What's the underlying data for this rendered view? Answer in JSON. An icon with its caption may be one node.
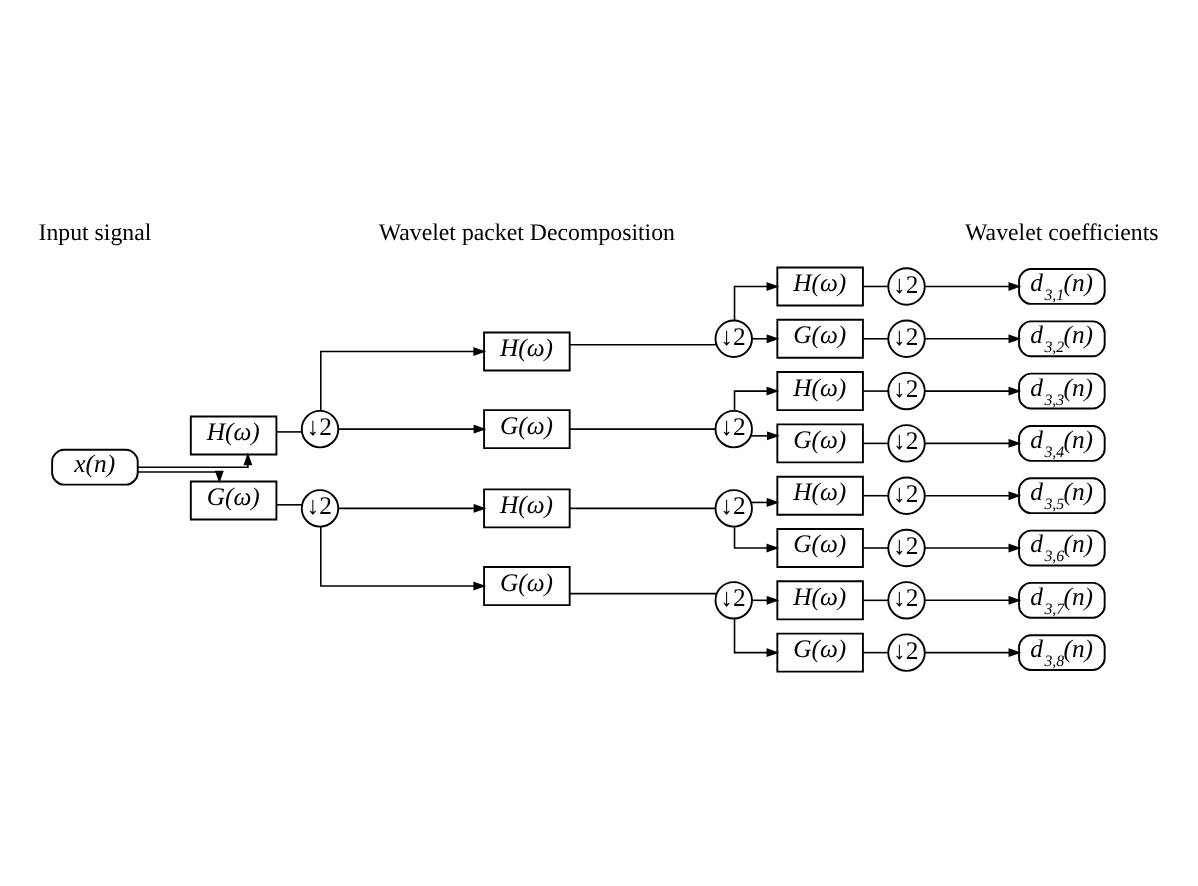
{
  "diagram": {
    "nodes": [
      {
        "text": [
          "x(n)"
        ]
      },
      {
        "text": [
          "H(ω)"
        ]
      },
      {
        "text": [
          "↓2"
        ]
      },
      {
        "text": [
          "G(ω)"
        ]
      },
      {
        "text": [
          "↓2"
        ]
      },
      {
        "text": [
          "H(ω)"
        ]
      },
      {
        "text": [
          "↓2"
        ]
      },
      {
        "text": [
          "G(ω)"
        ]
      },
      {
        "text": [
          "↓2"
        ]
      },
      {
        "text": [
          "H(ω)"
        ]
      },
      {
        "text": [
          "↓2"
        ]
      },
      {
        "text": [
          "G(ω)"
        ]
      },
      {
        "text": [
          "↓2"
        ]
      },
      {
        "text": [
          "H(ω)"
        ]
      },
      {
        "text": [
          "↓2"
        ]
      },
      {
        "text": [
          "d$_{3,1}$(n)"
        ]
      },
      {
        "text": [
          "G(ω)"
        ]
      },
      {
        "text": [
          "↓2"
        ]
      },
      {
        "text": [
          "d$_{3,2}$(n)"
        ]
      },
      {
        "text": [
          "H(ω)"
        ]
      },
      {
        "text": [
          "↓2"
        ]
      },
      {
        "text": [
          "d$_{3,3}$(n)"
        ]
      },
      {
        "text": [
          "G(ω)"
        ]
      },
      {
        "text": [
          "↓2"
        ]
      },
      {
        "text": [
          "d$_{3,4}$(n)"
        ]
      },
      {
        "text": [
          "H(ω)"
        ]
      },
      {
        "text": [
          "↓2"
        ]
      },
      {
        "text": [
          "d$_{3,5}$(n)"
        ]
      },
      {
        "text": [
          "G(ω)"
        ]
      },
      {
        "text": [
          "↓2"
        ]
      },
      {
        "text": [
          "d$_{3,6}$(n)"
        ]
      },
      {
        "text": [
          "H(ω)"
        ]
      },
      {
        "text": [
          "↓2"
        ]
      },
      {
        "text": [
          "d$_{3,7}$(n)"
        ]
      },
      {
        "text": [
          "G(ω)"
        ]
      },
      {
        "text": [
          "↓2"
        ]
      },
      {
        "text": [
          "d$_{3,8}$(n)"
        ]
      }
    ],
    "edges": [
      {
        "from": 0,
        "to": 1,
        "arrow": "to"
      },
      {
        "from": 0,
        "to": 3,
        "arrow": "to"
      },
      {
        "from": 1,
        "to": 2,
        "arrow": "none"
      },
      {
        "from": 3,
        "to": 4,
        "arrow": "none"
      },
      {
        "from": 2,
        "to": 5,
        "arrow": "to"
      },
      {
        "from": 2,
        "to": 7,
        "arrow": "to"
      },
      {
        "from": 4,
        "to": 9,
        "arrow": "to"
      },
      {
        "from": 4,
        "to": 11,
        "arrow": "to"
      },
      {
        "from": 5,
        "to": 6,
        "arrow": "none"
      },
      {
        "from": 7,
        "to": 8,
        "arrow": "none"
      },
      {
        "from": 9,
        "to": 10,
        "arrow": "none"
      },
      {
        "from": 11,
        "to": 12,
        "arrow": "none"
      },
      {
        "from": 6,
        "to": 13,
        "arrow": "to"
      },
      {
        "from": 6,
        "to": 16,
        "arrow": "to"
      },
      {
        "from": 8,
        "to": 19,
        "arrow": "to"
      },
      {
        "from": 8,
        "to": 22,
        "arrow": "to"
      },
      {
        "from": 10,
        "to": 25,
        "arrow": "to"
      },
      {
        "from": 10,
        "to": 28,
        "arrow": "to"
      },
      {
        "from": 12,
        "to": 31,
        "arrow": "to"
      },
      {
        "from": 12,
        "to": 34,
        "arrow": "to"
      },
      {
        "from": 13,
        "to": 14,
        "arrow": "none"
      },
      {
        "from": 14,
        "to": 15,
        "arrow": "to"
      },
      {
        "from": 16,
        "to": 17,
        "arrow": "none"
      },
      {
        "from": 17,
        "to": 18,
        "arrow": "to"
      },
      {
        "from": 19,
        "to": 20,
        "arrow": "none"
      },
      {
        "from": 20,
        "to": 21,
        "arrow": "to"
      },
      {
        "from": 22,
        "to": 23,
        "arrow": "none"
      },
      {
        "from": 23,
        "to": 24,
        "arrow": "to"
      },
      {
        "from": 25,
        "to": 26,
        "arrow": "none"
      },
      {
        "from": 26,
        "to": 27,
        "arrow": "to"
      },
      {
        "from": 28,
        "to": 29,
        "arrow": "none"
      },
      {
        "from": 29,
        "to": 30,
        "arrow": "to"
      },
      {
        "from": 31,
        "to": 32,
        "arrow": "none"
      },
      {
        "from": 32,
        "to": 33,
        "arrow": "to"
      },
      {
        "from": 34,
        "to": 35,
        "arrow": "none"
      },
      {
        "from": 35,
        "to": 36,
        "arrow": "to"
      }
    ],
    "labels": [
      "Input signal",
      "Wavelet packet Decomposition",
      "Wavelet coefficients"
    ]
  }
}
